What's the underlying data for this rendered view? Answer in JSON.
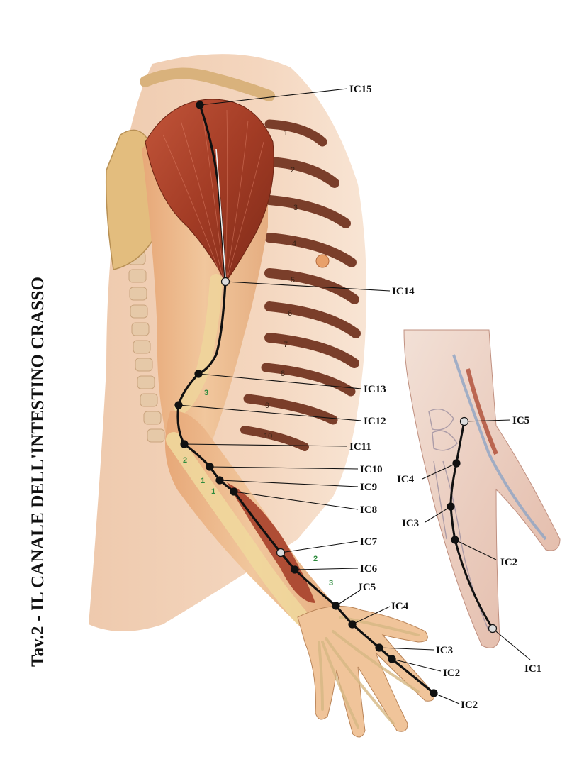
{
  "plate": {
    "title": "Tav.2 - IL CANALE DELL'INTESTINO CRASSO"
  },
  "main_points": [
    "IC15",
    "IC14",
    "IC13",
    "IC12",
    "IC11",
    "IC10",
    "IC9",
    "IC8",
    "IC7",
    "IC6",
    "IC5",
    "IC4",
    "IC3",
    "IC2",
    "IC2"
  ],
  "hand_points": [
    "IC5",
    "IC4",
    "IC3",
    "IC2",
    "IC1"
  ],
  "ribs": [
    "1",
    "2",
    "3",
    "4",
    "5",
    "6",
    "7",
    "8",
    "9",
    "10"
  ],
  "segment_numbers": [
    "3",
    "2",
    "1",
    "1",
    "2",
    "3"
  ],
  "colors": {
    "meridian": "#111111",
    "muscle": "#a9422a",
    "skin": "#eec3a4",
    "bone": "#e8cf98",
    "segment_number": "#2e8b3e",
    "open_point": "#dddddd"
  }
}
